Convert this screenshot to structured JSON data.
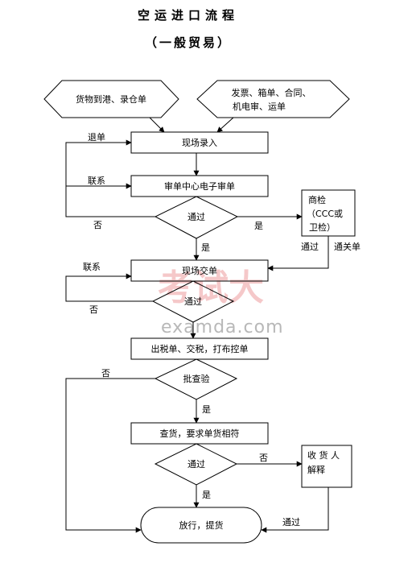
{
  "title": "空运进口流程",
  "subtitle": "（一般贸易）",
  "nodes": {
    "arrival": "货物到港、录仓单",
    "docs_line1": "发票、箱单、合同、",
    "docs_line2": "机电审、运单",
    "onsite_entry": "现场录入",
    "ecenter_review": "审单中心电子审单",
    "pass1": "通过",
    "inspection_line1": "商检",
    "inspection_line2": "（CCC或",
    "inspection_line3": "卫检）",
    "onsite_submit": "现场交单",
    "pass2": "通过",
    "tax": "出税单、交税，打布控单",
    "inspect_decision": "批查验",
    "check_goods": "查货，要求单货相符",
    "pass3": "通过",
    "consignee_line1": "收 货 人",
    "consignee_line2": "解释",
    "release": "放行，提货"
  },
  "edge_labels": {
    "return": "退单",
    "contact1": "联系",
    "no1": "否",
    "yes1": "是",
    "yes_down1": "是",
    "pass_label": "通过",
    "customs_clearance": "通关单",
    "contact2": "联系",
    "no2": "否",
    "no3": "否",
    "yes2": "是",
    "no4": "否",
    "yes3": "是",
    "pass_final": "通过"
  },
  "watermark": {
    "cn": "考试大",
    "url": "examda.com"
  }
}
